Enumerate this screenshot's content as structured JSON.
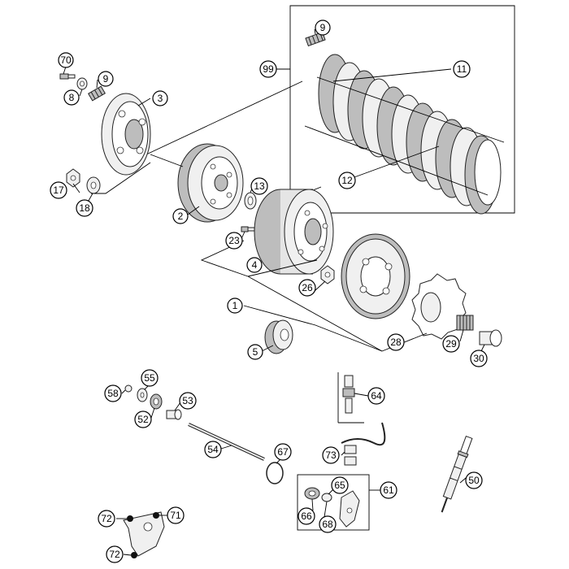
{
  "callouts": {
    "c70": "70",
    "c9a": "9",
    "c8": "8",
    "c3": "3",
    "c99": "99",
    "c9b": "9",
    "c11": "11",
    "c17": "17",
    "c18": "18",
    "c2": "2",
    "c13": "13",
    "c12": "12",
    "c23": "23",
    "c4": "4",
    "c1": "1",
    "c26": "26",
    "c28": "28",
    "c29": "29",
    "c30": "30",
    "c5": "5",
    "c55": "55",
    "c58": "58",
    "c53": "53",
    "c52": "52",
    "c64": "64",
    "c54": "54",
    "c67": "67",
    "c73": "73",
    "c50": "50",
    "c65": "65",
    "c61": "61",
    "c66": "66",
    "c68": "68",
    "c72a": "72",
    "c71": "71",
    "c72b": "72"
  }
}
